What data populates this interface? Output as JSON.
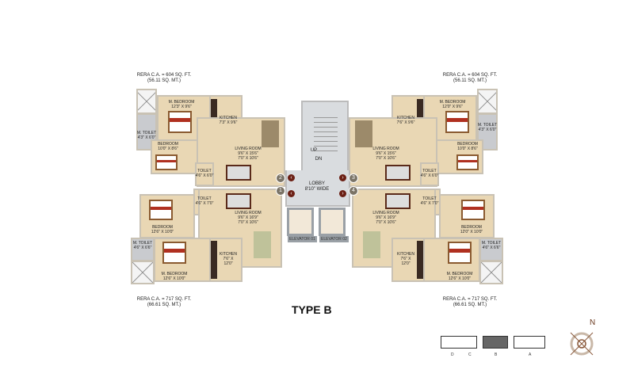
{
  "title": "TYPE B",
  "units": {
    "top_left": {
      "area_sqft": "RERA C.A. = 604 SQ. FT.",
      "area_sqm": "(56.11 SQ. MT.)",
      "rooms": {
        "m_bedroom": [
          "M. BEDROOM",
          "12'3\" X 9'6\""
        ],
        "kitchen": [
          "KITCHEN",
          "7'3\" X 9'6\""
        ],
        "m_toilet": [
          "M. TOILET",
          "4'3\" X 6'0\""
        ],
        "bedroom": [
          "BEDROOM",
          "10'0\" X 8'6\""
        ],
        "living": [
          "LIVING ROOM",
          "9'6\" X 15'6\"",
          "7'0\" X 10'6\""
        ],
        "toilet": [
          "TOILET",
          "4'6\" X 6'0\""
        ]
      }
    },
    "bottom_left": {
      "area_sqft": "RERA C.A. = 717 SQ. FT.",
      "area_sqm": "(66.61 SQ. MT.)",
      "rooms": {
        "toilet": [
          "TOILET",
          "4'6\" X 7'0\""
        ],
        "living": [
          "LIVING ROOM",
          "9'6\" X 16'9\"",
          "7'0\" X 10'6\""
        ],
        "bedroom": [
          "BEDROOM",
          "12'6\" X 10'0\""
        ],
        "m_toilet": [
          "M. TOILET",
          "4'6\" X 6'6\""
        ],
        "kitchen": [
          "KITCHEN",
          "7'6\" X",
          "12'0\""
        ],
        "m_bedroom": [
          "M. BEDROOM",
          "12'6\" X 10'0\""
        ]
      }
    },
    "top_right": {
      "area_sqft": "RERA C.A. = 604 SQ. FT.",
      "area_sqm": "(56.11 SQ. MT.)",
      "rooms": {
        "m_bedroom": [
          "M. BEDROOM",
          "12'0\" X 9'6\""
        ],
        "kitchen": [
          "KITCHEN",
          "7'6\" X 9'6\""
        ],
        "m_toilet": [
          "M. TOILET",
          "4'3\" X 6'0\""
        ],
        "bedroom": [
          "BEDROOM",
          "10'0\" X 8'6\""
        ],
        "living": [
          "LIVING ROOM",
          "9'6\" X 15'6\"",
          "7'0\" X 10'6\""
        ],
        "toilet": [
          "TOILET",
          "4'6\" X 6'0\""
        ]
      }
    },
    "bottom_right": {
      "area_sqft": "RERA C.A. = 717 SQ. FT.",
      "area_sqm": "(66.61 SQ. MT.)",
      "rooms": {
        "toilet": [
          "TOILET",
          "4'6\" X 7'0\""
        ],
        "living": [
          "LIVING ROOM",
          "9'6\" X 16'9\"",
          "7'0\" X 10'6\""
        ],
        "bedroom": [
          "BEDROOM",
          "12'0\" X 10'0\""
        ],
        "m_toilet": [
          "M. TOILET",
          "4'6\" X 6'6\""
        ],
        "kitchen": [
          "KITCHEN",
          "7'6\" X",
          "12'0\""
        ],
        "m_bedroom": [
          "M. BEDROOM",
          "12'6\" X 10'0\""
        ]
      }
    }
  },
  "core": {
    "up": "UP",
    "dn": "DN",
    "lobby": "LOBBY",
    "lobby_width": "8'10\" WIDE",
    "elevator_1": "ELEVATOR 01",
    "elevator_2": "ELEVATOR 02",
    "flat_numbers": [
      "1",
      "2",
      "3",
      "4"
    ]
  },
  "key_plan": {
    "labels": [
      "D",
      "C",
      "B",
      "A"
    ],
    "highlighted": "B"
  },
  "compass": {
    "north_label": "N"
  },
  "colors": {
    "floor": "#e9d7b4",
    "wet_area": "#c9cbcf",
    "lobby": "#d9dcdf",
    "arrow": "#6b1f14",
    "compass": "#8a5a3c"
  }
}
